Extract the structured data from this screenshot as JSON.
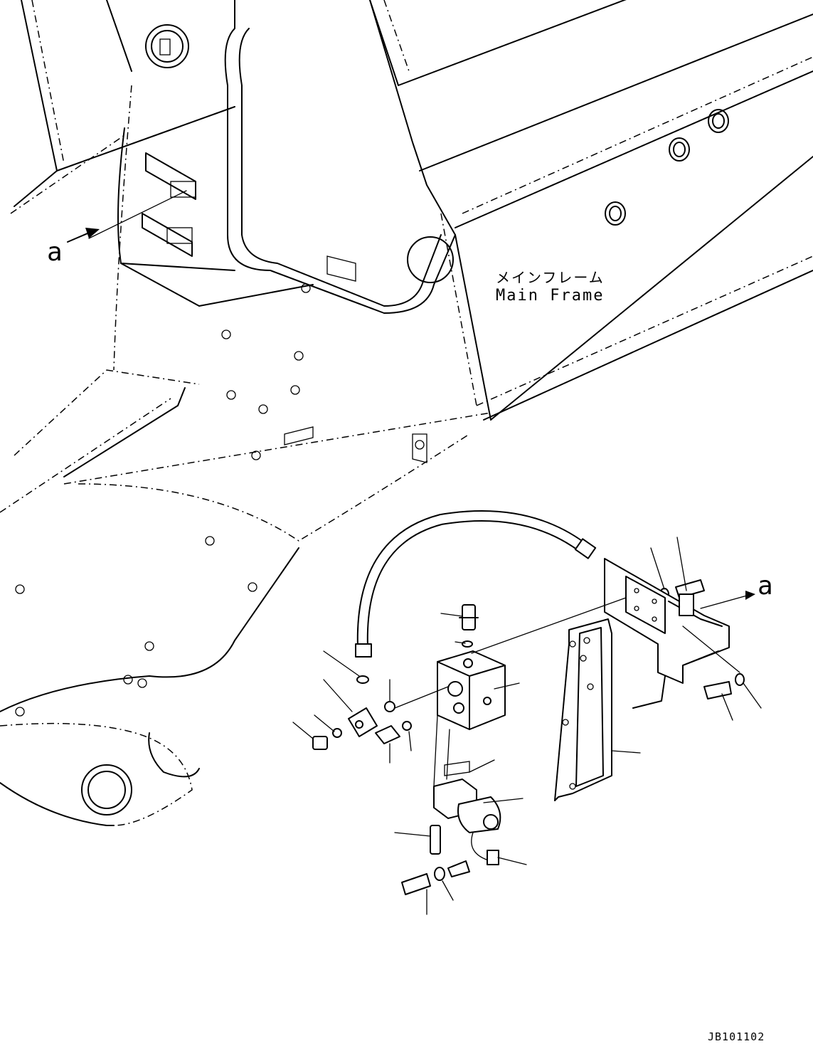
{
  "labels": {
    "frame_jp": "メインフレーム",
    "frame_en": "Main Frame",
    "view_mark_left": "a",
    "view_mark_right": "a",
    "drawing_number": "JB101102"
  }
}
